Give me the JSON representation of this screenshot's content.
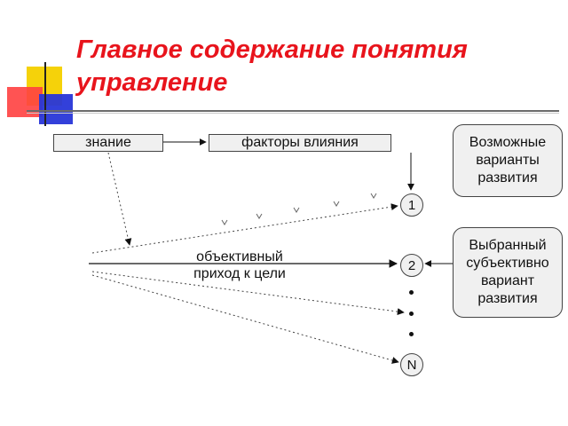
{
  "title": {
    "line1": "Главное содержание понятия",
    "line2": "управление"
  },
  "boxes": {
    "knowledge": "знание",
    "factors": "факторы влияния"
  },
  "possible_variants": {
    "line1": "Возможные",
    "line2": "варианты",
    "line3": "развития"
  },
  "chosen_variant": {
    "line1": "Выбранный",
    "line2": "субъективно",
    "line3": "вариант",
    "line4": "развития"
  },
  "objective_path": {
    "line1": "объективный",
    "line2": "приход к цели"
  },
  "nodes": {
    "first": "1",
    "second": "2",
    "last": "N"
  },
  "colors": {
    "title": "#e8141c",
    "deco_yellow": "#f5d20a",
    "deco_red": "#ff4040",
    "deco_blue": "#2836d8"
  }
}
